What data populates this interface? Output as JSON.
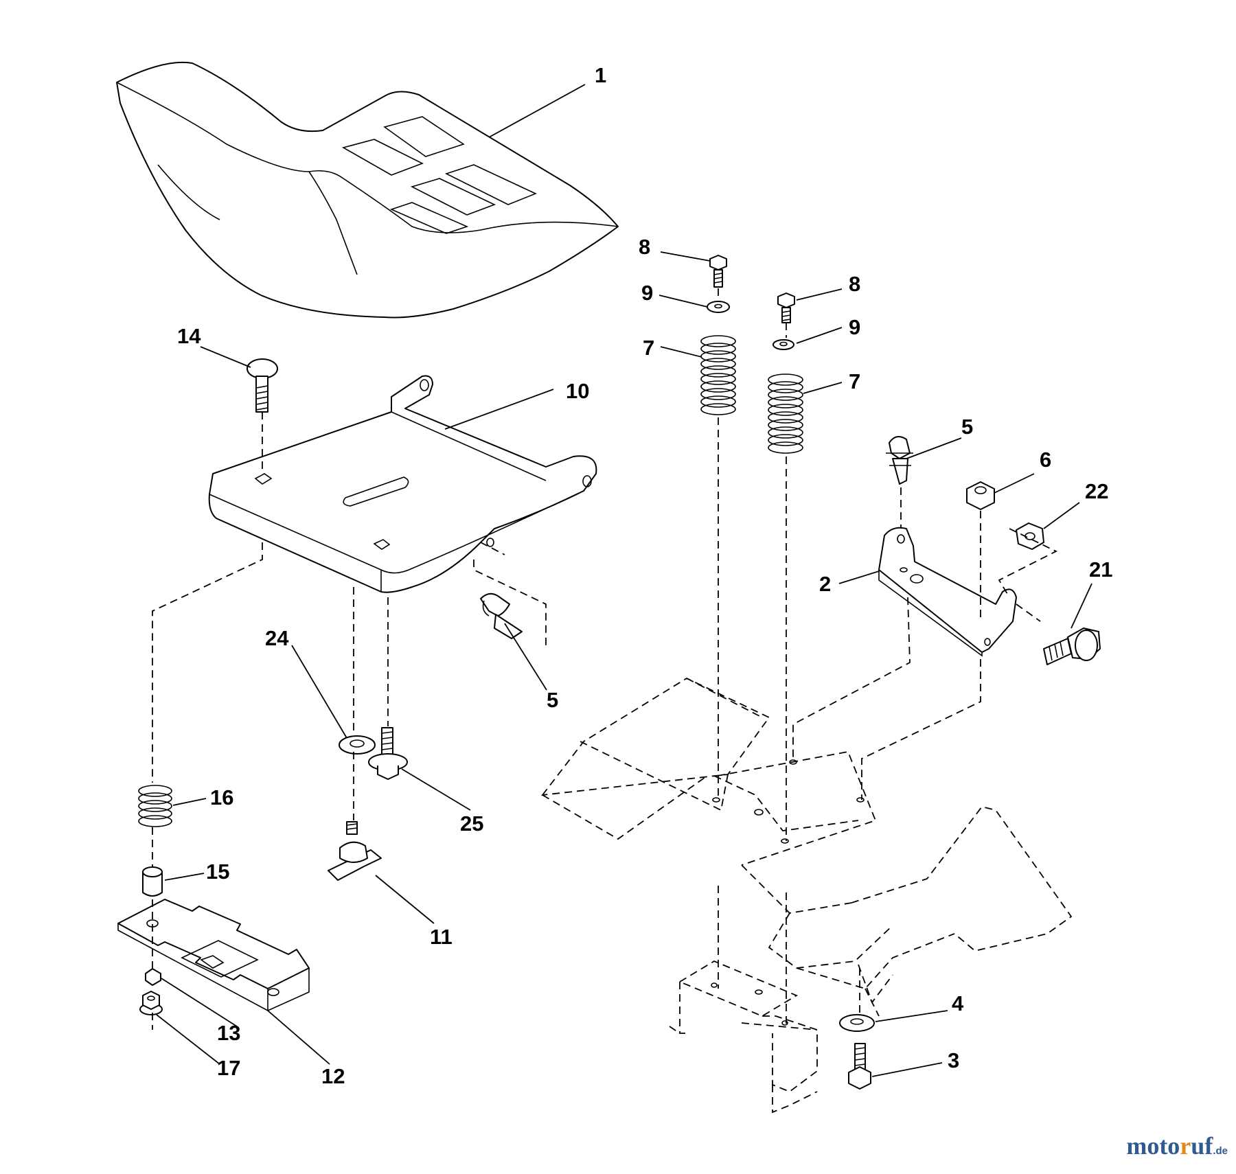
{
  "diagram": {
    "callouts": [
      {
        "id": "c1",
        "label": "1"
      },
      {
        "id": "c2",
        "label": "2"
      },
      {
        "id": "c3",
        "label": "3"
      },
      {
        "id": "c4",
        "label": "4"
      },
      {
        "id": "c5a",
        "label": "5"
      },
      {
        "id": "c5b",
        "label": "5"
      },
      {
        "id": "c6",
        "label": "6"
      },
      {
        "id": "c7a",
        "label": "7"
      },
      {
        "id": "c7b",
        "label": "7"
      },
      {
        "id": "c8a",
        "label": "8"
      },
      {
        "id": "c8b",
        "label": "8"
      },
      {
        "id": "c9a",
        "label": "9"
      },
      {
        "id": "c9b",
        "label": "9"
      },
      {
        "id": "c10",
        "label": "10"
      },
      {
        "id": "c11",
        "label": "11"
      },
      {
        "id": "c12",
        "label": "12"
      },
      {
        "id": "c13",
        "label": "13"
      },
      {
        "id": "c14",
        "label": "14"
      },
      {
        "id": "c15",
        "label": "15"
      },
      {
        "id": "c16",
        "label": "16"
      },
      {
        "id": "c17",
        "label": "17"
      },
      {
        "id": "c21",
        "label": "21"
      },
      {
        "id": "c22",
        "label": "22"
      },
      {
        "id": "c24",
        "label": "24"
      },
      {
        "id": "c25",
        "label": "25"
      }
    ]
  },
  "watermark": {
    "part_a": "moto",
    "part_b": "r",
    "part_c": "uf",
    "tld": ".de"
  }
}
